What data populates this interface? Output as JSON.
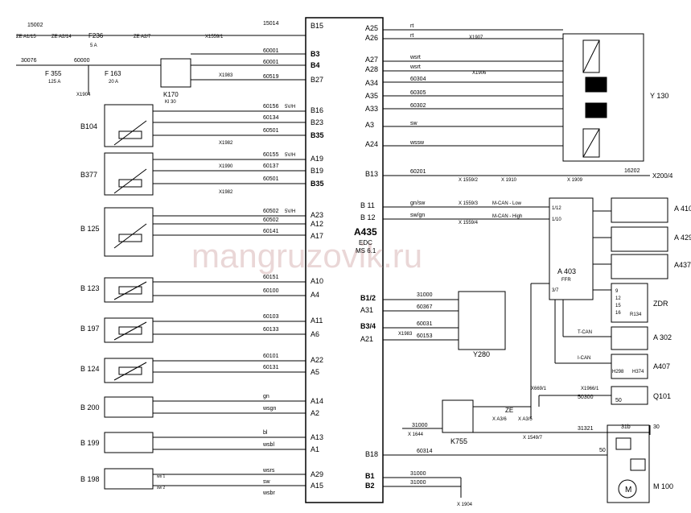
{
  "watermark": "mangruzovik.ru",
  "ecu": {
    "name": "A435",
    "sub1": "EDC",
    "sub2": "MS 6.1"
  },
  "pins_right": [
    "A25",
    "A26",
    "A27",
    "A28",
    "A34",
    "A35",
    "A33",
    "A3",
    "A24",
    "B13",
    "B 11",
    "B 12",
    "B1/2",
    "A31",
    "B3/4",
    "A21",
    "B18",
    "B1",
    "B2"
  ],
  "pins_left": [
    "B15",
    "B3",
    "B4",
    "B27",
    "B16",
    "B23",
    "B35",
    "A19",
    "B19",
    "B35",
    "A23",
    "A12",
    "A17",
    "A10",
    "A4",
    "A11",
    "A6",
    "A22",
    "A5",
    "A14",
    "A2",
    "A13",
    "A1",
    "A29",
    "A15"
  ],
  "wires_left": [
    "15014",
    "60001",
    "60001",
    "60519",
    "60156",
    "60134",
    "60501",
    "60155",
    "60137",
    "60501",
    "60502",
    "60502",
    "60141",
    "60151",
    "60100",
    "60103",
    "60133",
    "60101",
    "60131",
    "gn",
    "wsgn",
    "bl",
    "wsbl",
    "wsrs",
    "sw",
    "wsbr"
  ],
  "wires_right": [
    "rt",
    "rt",
    "wsrt",
    "wsrt",
    "60304",
    "60305",
    "60302",
    "sw",
    "wssw",
    "60201",
    "gn/sw",
    "sw/gn",
    "31000",
    "60367",
    "60031",
    "60153",
    "60314",
    "31000",
    "31000"
  ],
  "volt_tags": [
    "5V/H",
    "5V/H",
    "5V/H"
  ],
  "connectors": [
    "X1559/1",
    "X1983",
    "X1904",
    "X1982",
    "X1990",
    "X1982",
    "X1907",
    "X1906",
    "X 1559/2",
    "X 1910",
    "X 1909",
    "X 1559/3",
    "X 1559/4",
    "X1983",
    "X669/1",
    "X1966/1",
    "X 1549/7",
    "X 1644",
    "X 1904",
    "X A3/6",
    "X A3/5"
  ],
  "power": {
    "top_left": "15002",
    "ze1": "ZE A1/15",
    "ze2": "ZE A2/14",
    "ze3": "ZE A2/7",
    "fuse1": "F236",
    "fuse1_a": "5 A",
    "w30": "30076",
    "w60000": "60000",
    "fuse2": "F 355",
    "fuse2_a": "125 A",
    "fuse3": "F 163",
    "fuse3_a": "20 A",
    "relay": "K170",
    "relay_sub": "Kl 30"
  },
  "components": [
    "B104",
    "B377",
    "B 125",
    "B 123",
    "B 197",
    "B 124",
    "B 200",
    "B 199",
    "B 198",
    "Y 130",
    "A 410",
    "A 429",
    "A437",
    "ZDR",
    "A 302",
    "A407",
    "Q101",
    "M 100",
    "Y280",
    "K755",
    "A 403",
    "FFR"
  ],
  "misc": {
    "x200": "X200/4",
    "w16202": "16202",
    "mcan_low": "M-CAN - Low",
    "mcan_high": "M-CAN - High",
    "p1_12": "1/12",
    "p1_10": "1/10",
    "p3_7": "3/7",
    "tcan": "T-CAN",
    "ican": "I-CAN",
    "w50300": "50300",
    "pin50": "50",
    "w31321": "31321",
    "p31b": "31b",
    "p30": "30",
    "p50": "50",
    "h298": "H298",
    "h374": "H374",
    "r134": "R134",
    "ze": "ZE",
    "m_label": "M",
    "zdr_pins": [
      "9",
      "12",
      "15",
      "16"
    ],
    "ws1": "ws 1",
    "sw2": "sw 2",
    "w31000": "31000"
  }
}
